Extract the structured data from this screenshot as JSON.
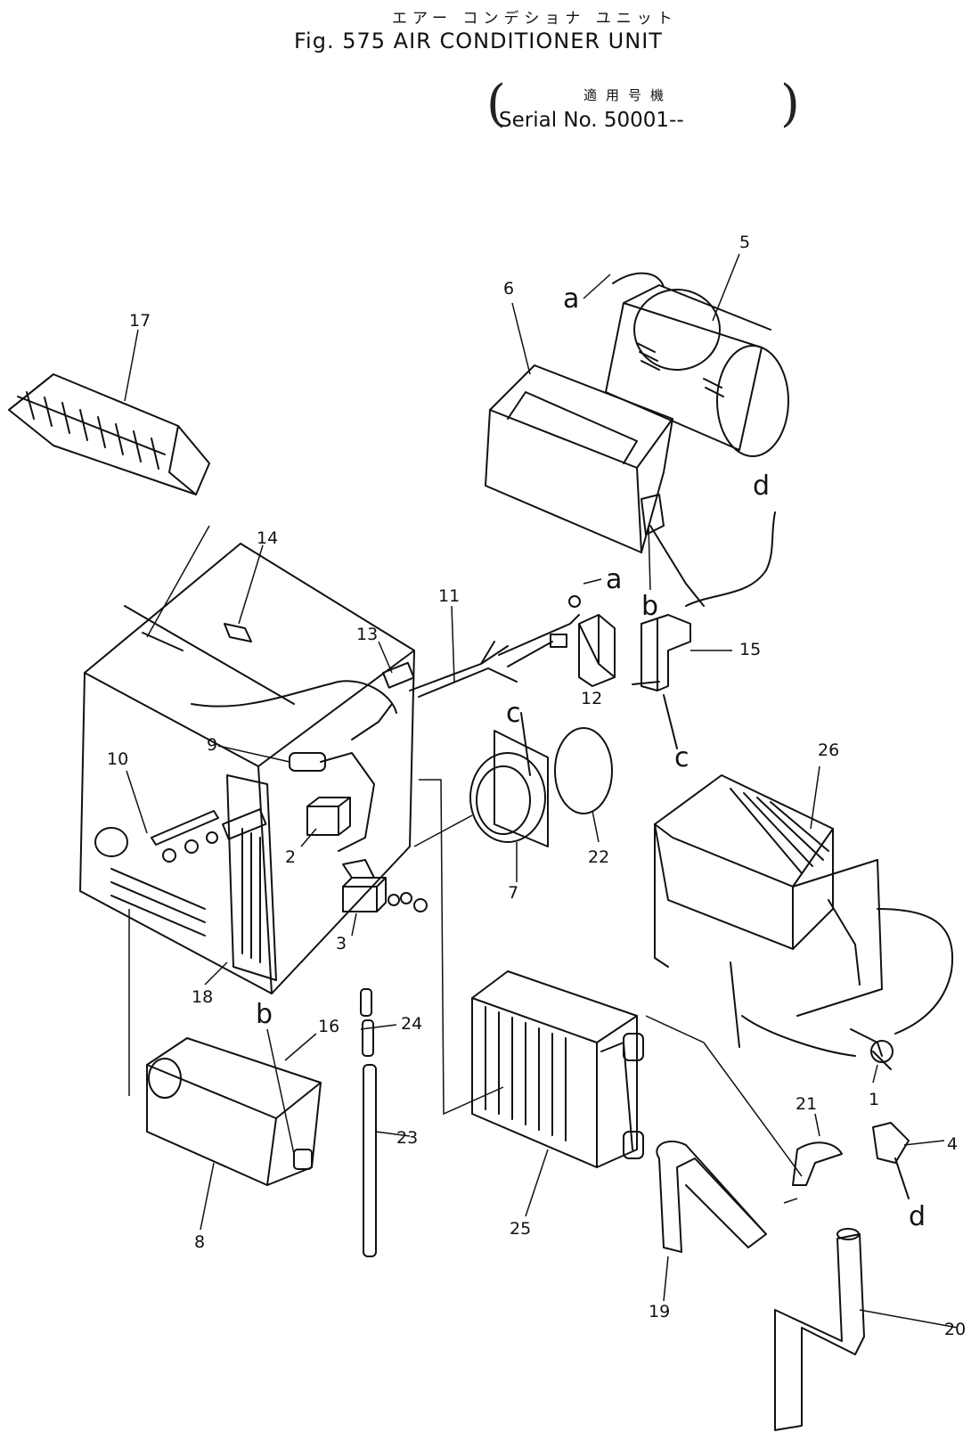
{
  "header": {
    "japanese_title": "エアー コンデショナ ユニット",
    "figure_title": "Fig. 575 AIR CONDITIONER UNIT",
    "serial_japanese": "適用号機",
    "serial_text": "Serial No. 50001--"
  },
  "callouts": {
    "c1": "1",
    "c2": "2",
    "c3": "3",
    "c4": "4",
    "c5": "5",
    "c6": "6",
    "c7": "7",
    "c8": "8",
    "c9": "9",
    "c10": "10",
    "c11": "11",
    "c12": "12",
    "c13": "13",
    "c14": "14",
    "c15": "15",
    "c16": "16",
    "c17": "17",
    "c18": "18",
    "c19": "19",
    "c20": "20",
    "c21": "21",
    "c22": "22",
    "c23": "23",
    "c24": "24",
    "c25": "25",
    "c26": "26"
  },
  "refs": {
    "a": "a",
    "b": "b",
    "c": "c",
    "d": "d"
  }
}
